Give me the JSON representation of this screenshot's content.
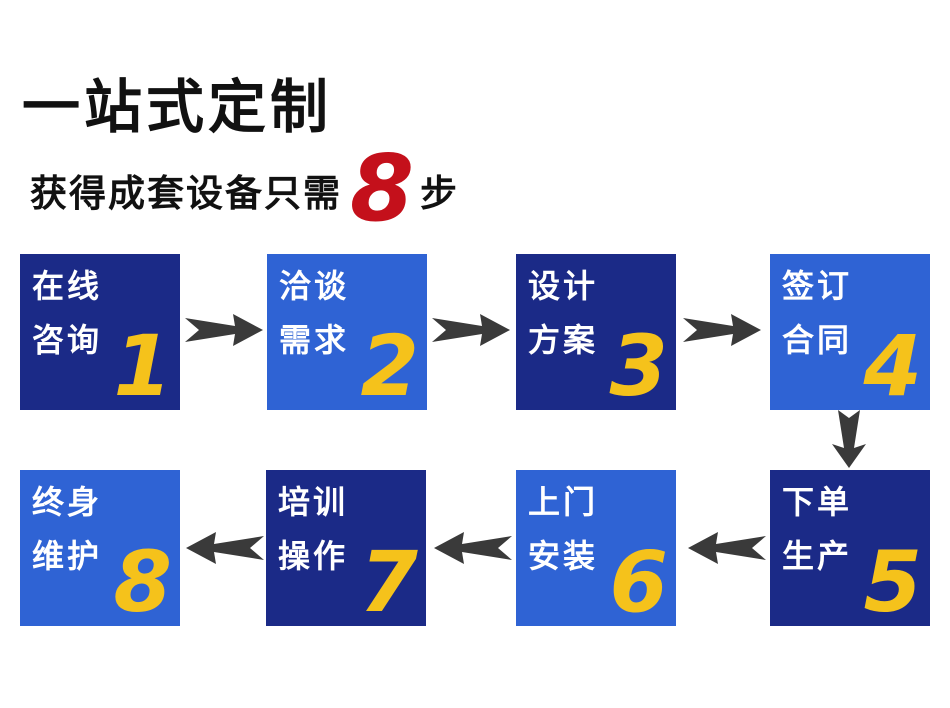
{
  "header": {
    "title": "一站式定制",
    "subtitle_prefix": "获得成套设备只需",
    "subtitle_number": "8",
    "subtitle_suffix": "步"
  },
  "colors": {
    "dark_blue": "#1b2a87",
    "light_blue": "#2f63d4",
    "number_gold": "#f5c21b",
    "accent_red": "#c4101b",
    "arrow_gray": "#3a3a3a"
  },
  "steps": [
    {
      "line1": "在线",
      "line2": "咨询",
      "number": "1",
      "tone": "dark"
    },
    {
      "line1": "洽谈",
      "line2": "需求",
      "number": "2",
      "tone": "light"
    },
    {
      "line1": "设计",
      "line2": "方案",
      "number": "3",
      "tone": "dark"
    },
    {
      "line1": "签订",
      "line2": "合同",
      "number": "4",
      "tone": "light"
    },
    {
      "line1": "下单",
      "line2": "生产",
      "number": "5",
      "tone": "dark"
    },
    {
      "line1": "上门",
      "line2": "安装",
      "number": "6",
      "tone": "light"
    },
    {
      "line1": "培训",
      "line2": "操作",
      "number": "7",
      "tone": "dark"
    },
    {
      "line1": "终身",
      "line2": "维护",
      "number": "8",
      "tone": "light"
    }
  ]
}
